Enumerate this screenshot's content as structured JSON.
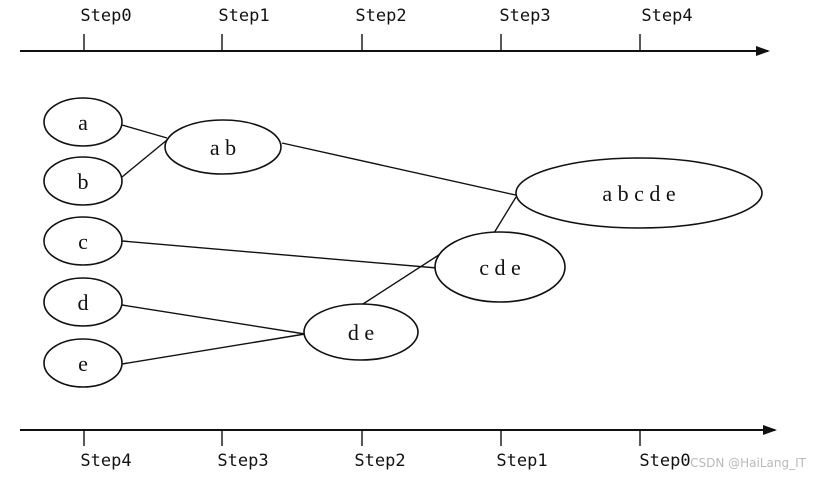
{
  "top_axis": {
    "ticks": [
      "Step0",
      "Step1",
      "Step2",
      "Step3",
      "Step4"
    ]
  },
  "bottom_axis": {
    "ticks": [
      "Step4",
      "Step3",
      "Step2",
      "Step1",
      "Step0"
    ]
  },
  "nodes": {
    "a": "a",
    "b": "b",
    "c": "c",
    "d": "d",
    "e": "e",
    "ab": "a b",
    "de": "d e",
    "cde": "c d e",
    "abcde": "a b c d e"
  },
  "watermark": "CSDN @HaiLang_IT"
}
